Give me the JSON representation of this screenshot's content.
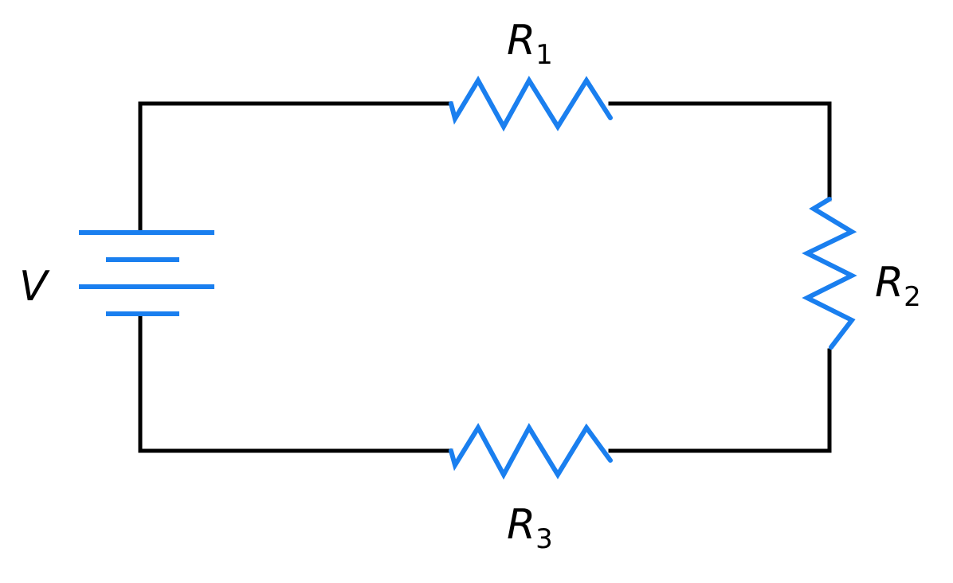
{
  "colors": {
    "wire": "#000000",
    "component": "#1a7fef"
  },
  "battery": {
    "label": "V"
  },
  "resistors": [
    {
      "id": "r1",
      "symbol": "R",
      "subscript": "1"
    },
    {
      "id": "r2",
      "symbol": "R",
      "subscript": "2"
    },
    {
      "id": "r3",
      "symbol": "R",
      "subscript": "3"
    }
  ]
}
